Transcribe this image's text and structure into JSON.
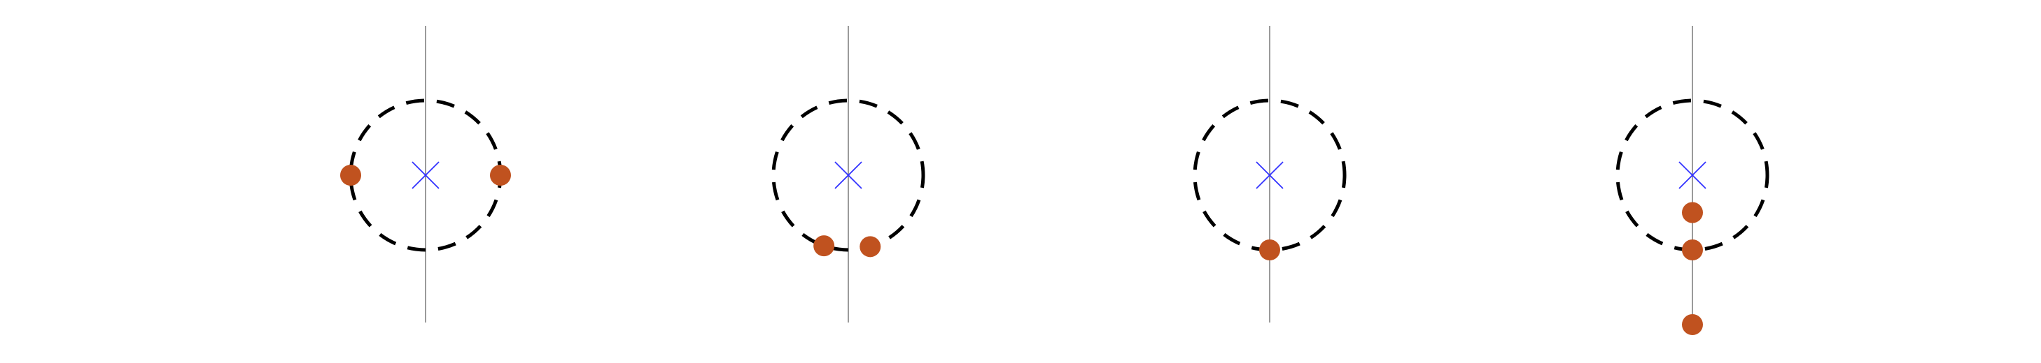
{
  "colors": {
    "background": "#ffffff",
    "axis_line": "#808080",
    "circle_dash": "#000000",
    "center_marker": "#3333ff",
    "point_fill": "#c0521f"
  },
  "panels": [
    {
      "point_angles_deg": [
        180,
        0
      ]
    },
    {
      "point_angles_deg": [
        251,
        287
      ]
    },
    {
      "point_angles_deg": [
        270
      ]
    },
    {
      "point_angles_deg": [
        270
      ],
      "extra_points_below_center_in_radii": [
        0.5,
        2.0
      ]
    }
  ]
}
